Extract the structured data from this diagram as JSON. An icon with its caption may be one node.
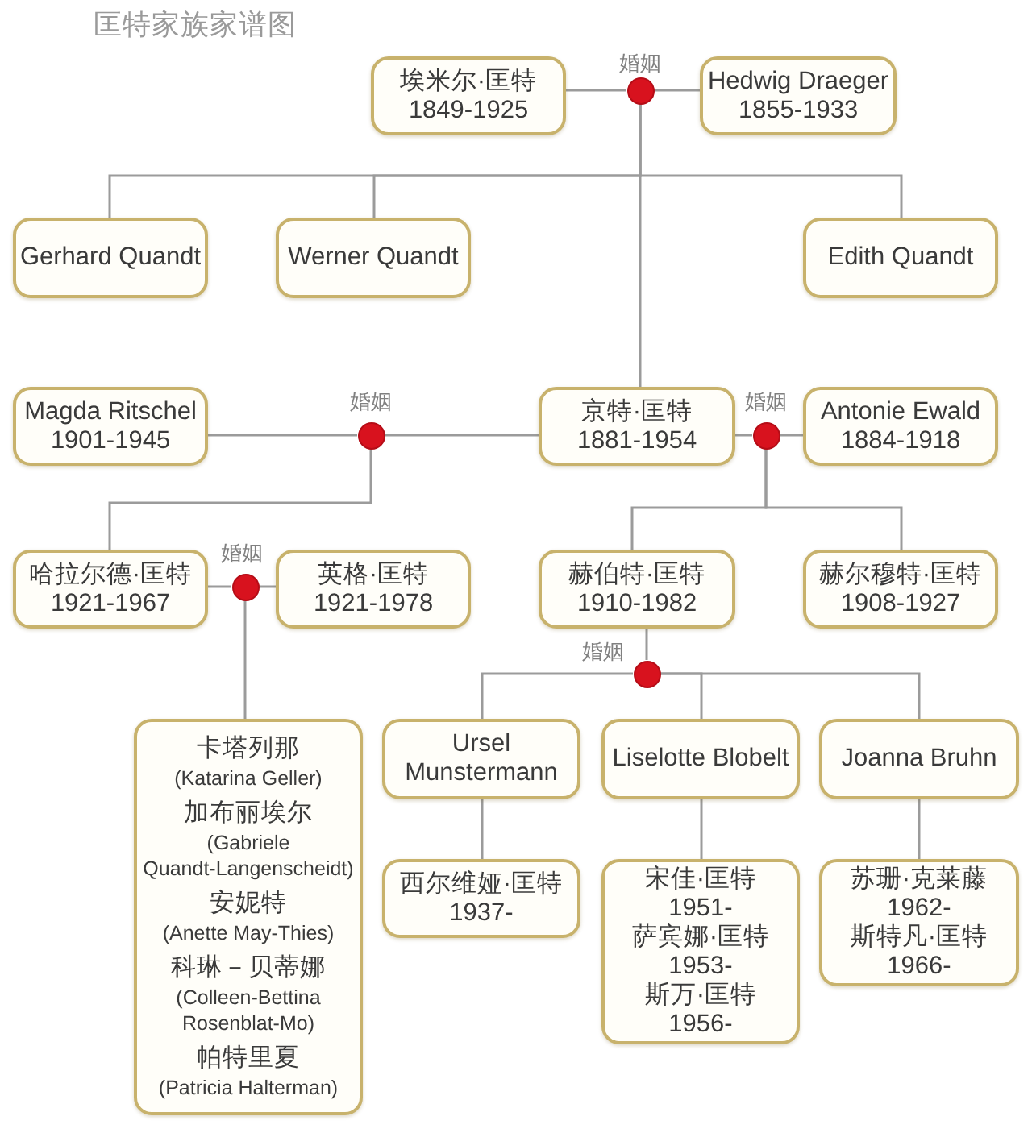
{
  "diagram": {
    "title": "匡特家族家谱图",
    "nodes": [
      {
        "text": [
          "埃米尔·匡特",
          "1849-1925"
        ]
      },
      {
        "text": [],
        "shape": "circle",
        "beside": [
          "婚姻"
        ]
      },
      {
        "text": [
          "Hedwig Draeger",
          "1855-1933"
        ]
      },
      {
        "text": [
          "Gerhard Quandt"
        ]
      },
      {
        "text": [
          "Werner Quandt"
        ]
      },
      {
        "text": [
          "Edith Quandt"
        ]
      },
      {
        "text": [
          "Magda Ritschel",
          "1901-1945"
        ]
      },
      {
        "text": [],
        "shape": "circle",
        "beside": [
          "婚姻"
        ]
      },
      {
        "text": [
          "京特·匡特",
          "1881-1954"
        ]
      },
      {
        "text": [],
        "shape": "circle",
        "beside": [
          "婚姻"
        ]
      },
      {
        "text": [
          "Antonie Ewald",
          "1884-1918"
        ]
      },
      {
        "text": [
          "哈拉尔德·匡特",
          "1921-1967"
        ]
      },
      {
        "text": [],
        "shape": "circle",
        "beside": [
          "婚姻"
        ]
      },
      {
        "text": [
          "英格·匡特",
          "1921-1978"
        ]
      },
      {
        "text": [
          "赫伯特·匡特",
          "1910-1982"
        ]
      },
      {
        "text": [
          "赫尔穆特·匡特",
          "1908-1927"
        ]
      },
      {
        "text": [],
        "shape": "circle",
        "beside": [
          "婚姻"
        ]
      },
      {
        "text": [
          "卡塔列那",
          "(Katarina Geller)",
          "加布丽埃尔",
          "(Gabriele Quandt-Langenscheidt)",
          "安妮特",
          "(Anette May-Thies)",
          "科琳－贝蒂娜",
          "(Colleen-Bettina Rosenblat-Mo)",
          "帕特里夏",
          "(Patricia Halterman)"
        ]
      },
      {
        "text": [
          "Ursel Munstermann"
        ]
      },
      {
        "text": [
          "Liselotte Blobelt"
        ]
      },
      {
        "text": [
          "Joanna Bruhn"
        ]
      },
      {
        "text": [
          "西尔维娅·匡特",
          "1937-"
        ]
      },
      {
        "text": [
          "宋佳·匡特",
          "1951-",
          "萨宾娜·匡特",
          "1953-",
          "斯万·匡特",
          "1956-"
        ]
      },
      {
        "text": [
          "苏珊·克莱藤",
          "1962-",
          "斯特凡·匡特",
          "1966-"
        ]
      }
    ],
    "edges": [
      {
        "from": 0,
        "to": 1,
        "arrow": "none"
      },
      {
        "from": 1,
        "to": 2,
        "arrow": "none"
      },
      {
        "from": 1,
        "to": 3,
        "arrow": "none"
      },
      {
        "from": 1,
        "to": 4,
        "arrow": "none"
      },
      {
        "from": 1,
        "to": 5,
        "arrow": "none"
      },
      {
        "from": 1,
        "to": 8,
        "arrow": "none"
      },
      {
        "from": 6,
        "to": 7,
        "arrow": "none"
      },
      {
        "from": 7,
        "to": 8,
        "arrow": "none"
      },
      {
        "from": 7,
        "to": 11,
        "arrow": "none"
      },
      {
        "from": 8,
        "to": 9,
        "arrow": "none"
      },
      {
        "from": 9,
        "to": 10,
        "arrow": "none"
      },
      {
        "from": 9,
        "to": 14,
        "arrow": "none"
      },
      {
        "from": 9,
        "to": 15,
        "arrow": "none"
      },
      {
        "from": 11,
        "to": 12,
        "arrow": "none"
      },
      {
        "from": 12,
        "to": 13,
        "arrow": "none"
      },
      {
        "from": 12,
        "to": 17,
        "arrow": "none"
      },
      {
        "from": 14,
        "to": 16,
        "arrow": "none"
      },
      {
        "from": 16,
        "to": 18,
        "arrow": "none"
      },
      {
        "from": 16,
        "to": 19,
        "arrow": "none"
      },
      {
        "from": 16,
        "to": 20,
        "arrow": "none"
      },
      {
        "from": 18,
        "to": 21,
        "arrow": "none"
      },
      {
        "from": 19,
        "to": 22,
        "arrow": "none"
      },
      {
        "from": 20,
        "to": 23,
        "arrow": "none"
      }
    ]
  }
}
